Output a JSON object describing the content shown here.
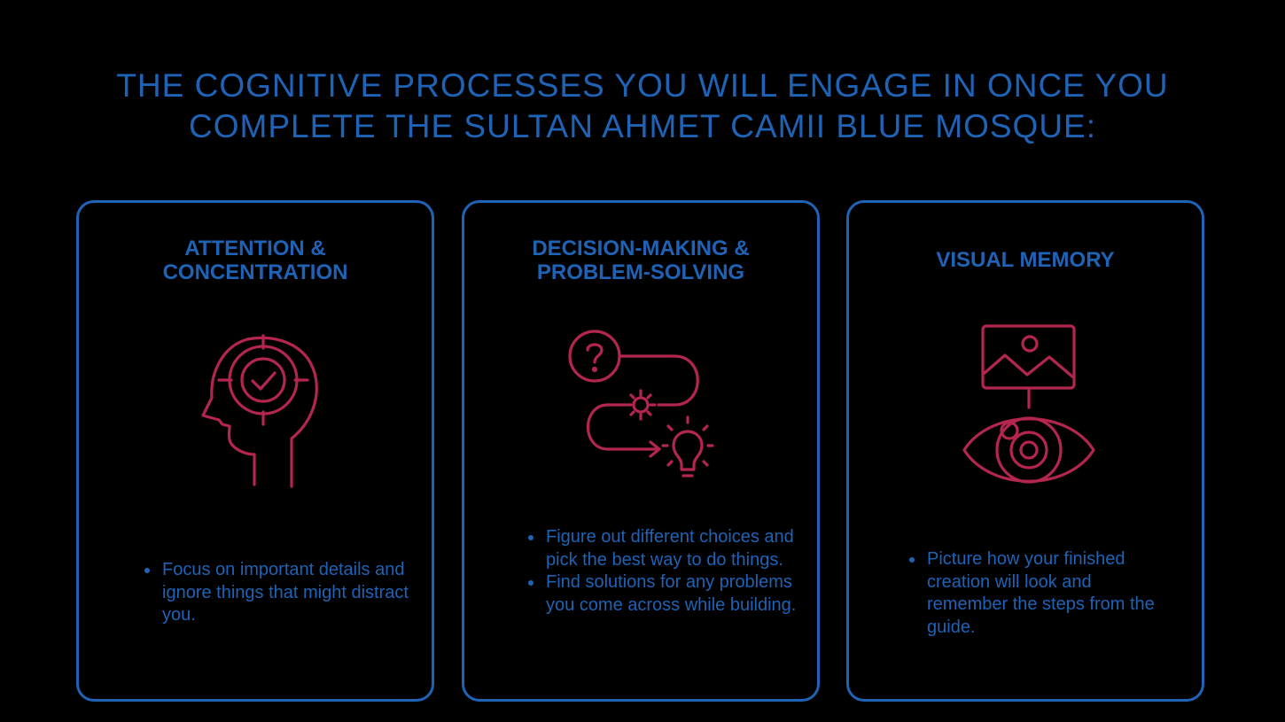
{
  "colors": {
    "background": "#000000",
    "accent_blue": "#1f63b6",
    "icon_red": "#b5264f"
  },
  "title": {
    "line1": "THE COGNITIVE PROCESSES YOU WILL ENGAGE IN ONCE YOU",
    "line2": "COMPLETE THE SULTAN AHMET CAMII BLUE MOSQUE:"
  },
  "cards": [
    {
      "title_line1": "ATTENTION &",
      "title_line2": "CONCENTRATION",
      "icon": "head-target-check-icon",
      "bullets": [
        "Focus on important details and ignore things that might distract you."
      ]
    },
    {
      "title_line1": "DECISION-MAKING &",
      "title_line2": "PROBLEM-SOLVING",
      "icon": "question-gear-lightbulb-icon",
      "bullets": [
        "Figure out different choices and pick the best way to do things.",
        "Find solutions for any problems you come across while building."
      ]
    },
    {
      "title_line1": "VISUAL MEMORY",
      "icon": "eye-image-icon",
      "bullets": [
        "Picture how your finished creation will look and remember the steps from the guide."
      ]
    }
  ]
}
